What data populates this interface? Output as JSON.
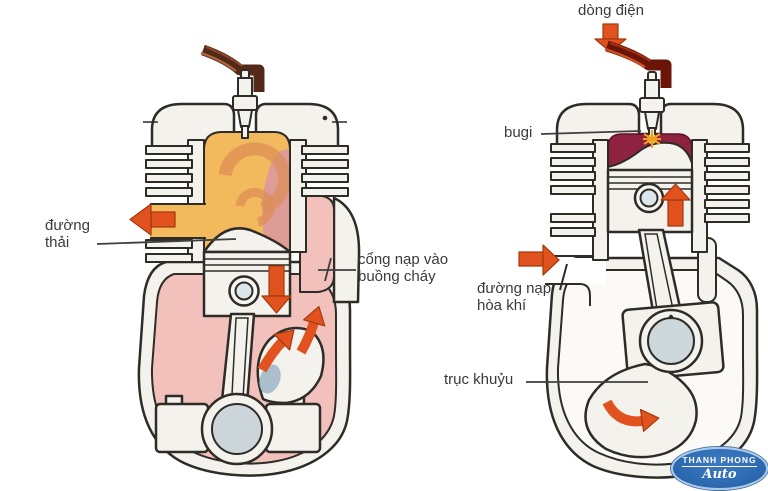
{
  "labels": {
    "exhaust_port": "đường\nthải",
    "intake_to_combustion": "cổng nạp vào\nbuồng cháy",
    "electric_current": "dòng điện",
    "spark_plug": "bugi",
    "mixture_intake": "đường nạp\nhòa khí",
    "crankshaft": "trục khuỷu"
  },
  "logo": {
    "name": "THANH PHONG",
    "subname": "Auto"
  },
  "icons": {
    "exhaust_flow": "arrow-left",
    "piston_down": "arrow-down",
    "transfer_flow": "curved-arrows-up-right",
    "electric_current": "arrow-down",
    "mixture_intake_flow": "arrow-right",
    "piston_up": "arrow-up",
    "crank_rotation": "curved-arrow-clockwise",
    "spark": "spark-flash"
  },
  "colors": {
    "arrow_orange": "#e2521e",
    "combustion_yellow": "#f2ba5c",
    "combustion_swirl": "#dd8d54",
    "combustion_pink": "#d795a5",
    "compressed_charge_red": "#8e2240",
    "crankcase_pink": "#f2c1bc",
    "metal_light": "#f3f2ed",
    "bearing_gray": "#ccd6da",
    "outline": "#2f2c28",
    "wire_brown": "#54291a",
    "wire_dark_red": "#6b1408",
    "logo_blue": "#2e6cb3"
  }
}
